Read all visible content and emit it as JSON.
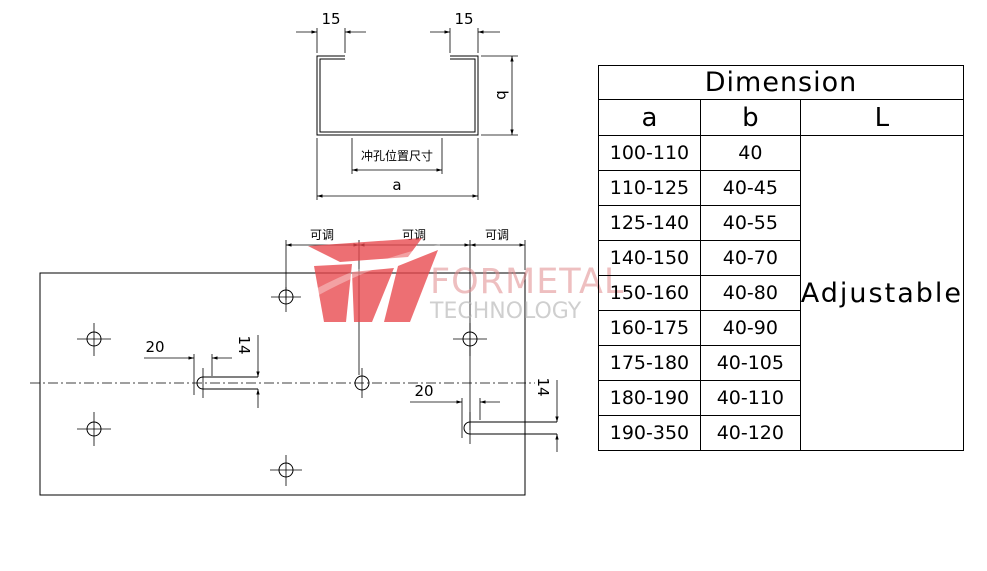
{
  "profile": {
    "flange_left": "15",
    "flange_right": "15",
    "height_label": "b",
    "width_label": "a",
    "hole_position_label": "冲孔位置尺寸"
  },
  "plate": {
    "adjustable_labels": [
      "可调",
      "可调",
      "可调"
    ],
    "slot_left": {
      "length": "20",
      "height": "14"
    },
    "slot_right": {
      "length": "20",
      "height": "14"
    }
  },
  "watermark": {
    "line1": "FORMETAL",
    "line2": "TECHNOLOGY",
    "color": "#e8474c"
  },
  "table": {
    "title": "Dimension",
    "headers": [
      "a",
      "b",
      "L"
    ],
    "rows": [
      {
        "a": "100-110",
        "b": "40"
      },
      {
        "a": "110-125",
        "b": "40-45"
      },
      {
        "a": "125-140",
        "b": "40-55"
      },
      {
        "a": "140-150",
        "b": "40-70"
      },
      {
        "a": "150-160",
        "b": "40-80"
      },
      {
        "a": "160-175",
        "b": "40-90"
      },
      {
        "a": "175-180",
        "b": "40-105"
      },
      {
        "a": "180-190",
        "b": "40-110"
      },
      {
        "a": "190-350",
        "b": "40-120"
      }
    ],
    "L_value": "Adjustable"
  }
}
